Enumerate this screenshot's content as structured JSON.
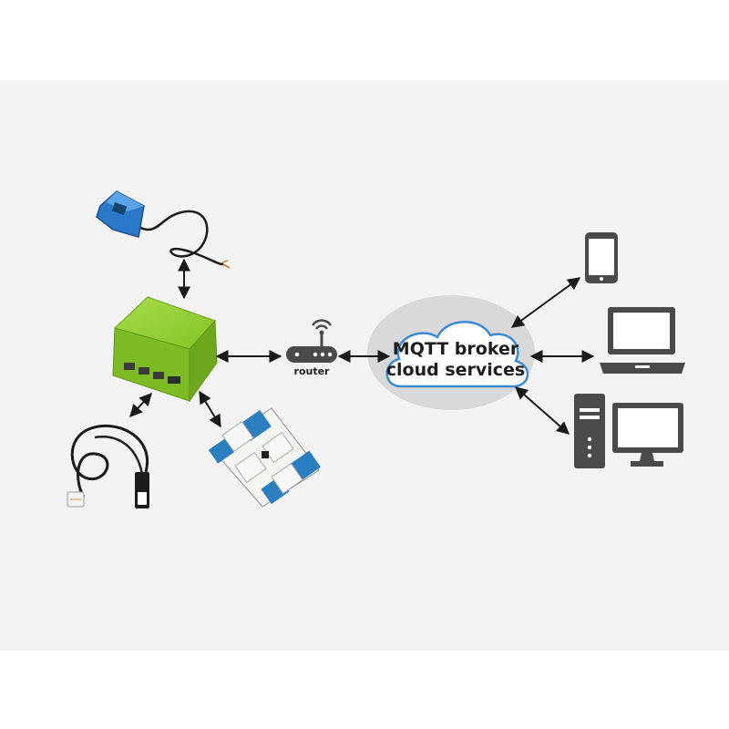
{
  "router": {
    "label": "router"
  },
  "cloud": {
    "line1": "MQTT broker",
    "line2": "cloud services"
  },
  "colors": {
    "device_green": "#8ccc2a",
    "sensor_blue": "#2a78c8",
    "relay_blue": "#2a7fc0",
    "icon_gray": "#4a4a4a",
    "cloud_blue": "#3a8ad8",
    "ellipse_gray": "#d9d9d9"
  },
  "icons": [
    "current-clamp-sensor",
    "green-controller",
    "relay-board",
    "temperature-probe",
    "router",
    "smartphone",
    "laptop",
    "desktop-pc"
  ]
}
